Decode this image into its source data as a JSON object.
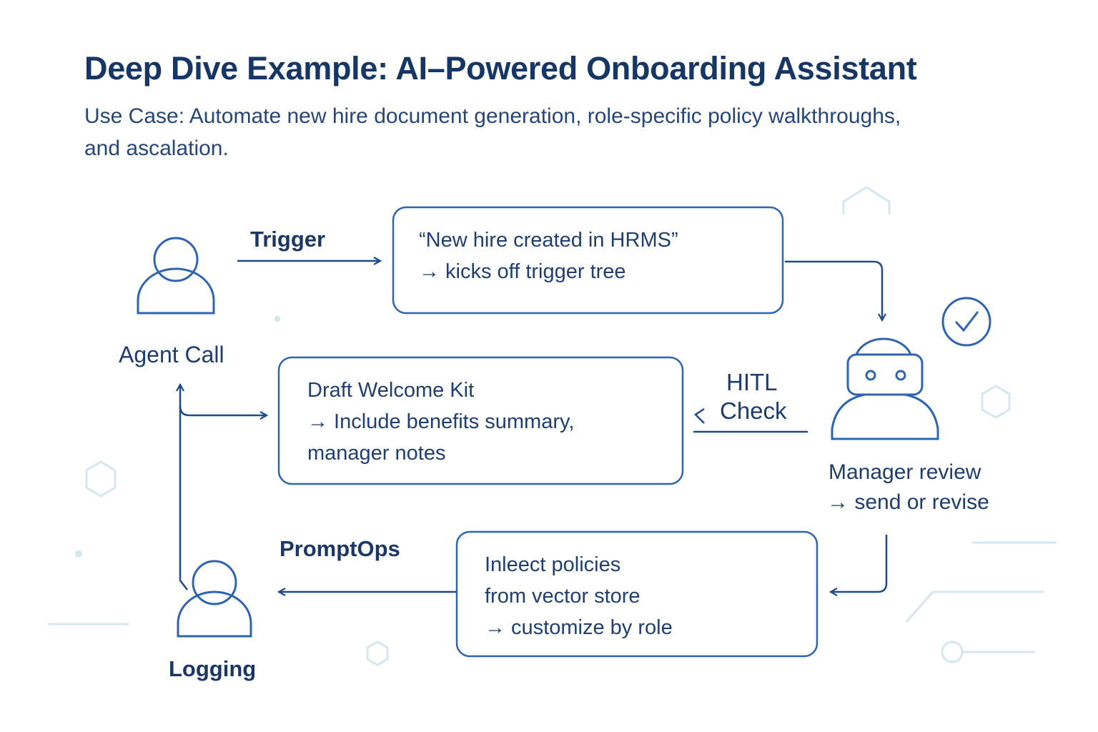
{
  "title": "Deep Dive Example: AI–Powered Onboarding Assistant",
  "subtitle": "Use Case: Automate new hire document generation, role-specific policy walkthroughs, and ascalation.",
  "nodes": {
    "agent_call": {
      "label": "Agent Call",
      "icon": "user-icon"
    },
    "logging": {
      "label": "Logging",
      "icon": "user-icon"
    },
    "manager": {
      "line1": "Manager review",
      "line2": "→ send or revise",
      "icon": "robot-icon",
      "badge": "check-circle-icon"
    }
  },
  "edges": {
    "trigger": "Trigger",
    "hitl_line1": "HITL",
    "hitl_line2": "Check",
    "promptops": "PromptOps"
  },
  "boxes": {
    "trigger_box": {
      "line1": "“New hire created in HRMS”",
      "line2": "→ kicks off trigger tree"
    },
    "welcome_box": {
      "line1": "Draft Welcome Kit",
      "line2": "→ Include benefits summary,",
      "line3": "manager notes"
    },
    "inject_box": {
      "line1": "Inleect policies",
      "line2": "from vector store",
      "line3": "→ customize by role"
    }
  },
  "colors": {
    "primary": "#1f4a8a",
    "title": "#163766",
    "decor": "#d4e6ee"
  }
}
